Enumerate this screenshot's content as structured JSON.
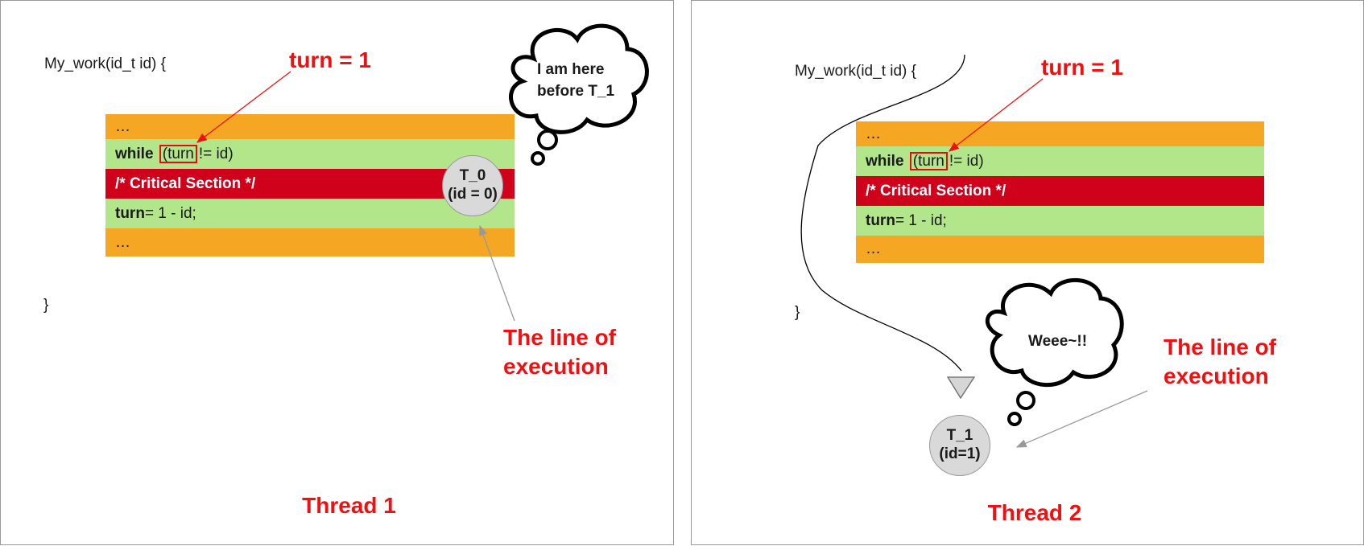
{
  "thread1": {
    "signature": "My_work(id_t id) {",
    "closing_brace": "}",
    "code": {
      "line_ellipsis_top": "…",
      "while_keyword": "while",
      "open_paren": "(",
      "turn_var": "turn",
      "while_rest": " != id)",
      "critical_section": "/* Critical Section */",
      "assign_keyword": "turn",
      "assign_rest": " = 1 - id;",
      "line_ellipsis_bottom": "…"
    },
    "turn_label": "turn = 1",
    "thread_name": "T_0",
    "thread_id": "(id = 0)",
    "bubble_line1": "I am here",
    "bubble_line2": "before T_1",
    "exec_line1": "The line of",
    "exec_line2": "execution",
    "title": "Thread 1"
  },
  "thread2": {
    "signature": "My_work(id_t id) {",
    "closing_brace": "}",
    "code": {
      "line_ellipsis_top": "…",
      "while_keyword": "while",
      "open_paren": "(",
      "turn_var": "turn",
      "while_rest": " != id)",
      "critical_section": "/* Critical Section */",
      "assign_keyword": "turn",
      "assign_rest": " = 1 - id;",
      "line_ellipsis_bottom": "…"
    },
    "turn_label": "turn = 1",
    "thread_name": "T_1",
    "thread_id": "(id=1)",
    "bubble_text": "Weee~!!",
    "exec_line1": "The line of",
    "exec_line2": "execution",
    "title": "Thread 2"
  },
  "colors": {
    "orange_row": "#f5a623",
    "green_row": "#b3e68a",
    "red_row": "#d0021b",
    "label_red": "#ee1111",
    "circle_fill": "#d9d9d9"
  }
}
